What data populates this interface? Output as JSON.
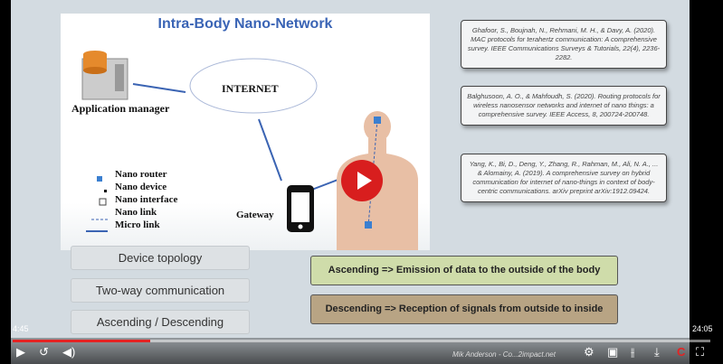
{
  "slide": {
    "title": "Intra-Body Nano-Network",
    "diagram": {
      "app_manager": "Application manager",
      "internet": "INTERNET",
      "gateway": "Gateway",
      "legend": [
        "Nano router",
        "Nano device",
        "Nano interface",
        "Nano link",
        "Micro link"
      ]
    },
    "references": [
      "Ghafoor, S., Boujnah, N., Rehmani, M. H., & Davy, A. (2020). MAC protocols for terahertz communication: A comprehensive survey. IEEE Communications Surveys & Tutorials, 22(4), 2236-2282.",
      "Balghusoon, A. O., & Mahfoudh, S. (2020). Routing protocols for wireless nanosensor networks and internet of nano things: a comprehensive survey. IEEE Access, 8, 200724-200748.",
      "Yang, K., Bi, D., Deng, Y., Zhang, R., Rahman, M., Ali, N. A., ... & Alomainy, A. (2019). A comprehensive survey on hybrid communication for internet of nano-things in context of body-centric communications. arXiv preprint arXiv:1912.09424."
    ],
    "buttons": [
      "Device topology",
      "Two-way communication",
      "Ascending / Descending"
    ],
    "statements": [
      {
        "text": "Ascending => Emission of data to the outside of the body",
        "color": "#cfdcaa"
      },
      {
        "text": "Descending => Reception of signals from outside to inside",
        "color": "#b8a484"
      }
    ],
    "watermark": "Mik Anderson - Co...2impact.net"
  },
  "player": {
    "current_time": "4:45",
    "duration": "24:05",
    "progress_percent": 19.7,
    "accent": "#e52222"
  }
}
